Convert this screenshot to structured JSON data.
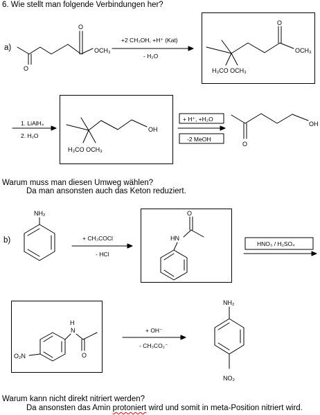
{
  "question6": "6. Wie stellt man folgende Verbindungen her?",
  "part_a": "a)",
  "part_b": "b)",
  "question_umweg": "Warum muss man diesen Umweg wählen?",
  "answer_umweg": "Da man ansonsten auch das Keton reduziert.",
  "question_nitrierung": "Warum kann nicht direkt nitriert werden?",
  "answer_nitrierung_before": "Da ansonsten das Amin",
  "answer_nitrierung_word": "protoniert",
  "answer_nitrierung_after": "wird und somit in meta-Position nitriert wird.",
  "labels": {
    "och3_1": "OCH₃",
    "och3_2": "OCH₃",
    "h3co_och3_1": "H₃CO  OCH₃",
    "oh_1": "OH",
    "h3co_och3_2": "H₃CO  OCH₃",
    "oh_2": "OH",
    "nh2_1": "NH₂",
    "hn_1": "HN",
    "h_1": "H",
    "n_1": "N",
    "o2n_1": "O₂N",
    "nh2_2": "NH₂",
    "no2_1": "NO₂",
    "o_1": "O",
    "o_2": "O",
    "o_3": "O",
    "o_4": "O",
    "o_5": "O"
  },
  "arrows": {
    "a1_top": "+2 CH₃OH, +H⁺ (Kat)",
    "a1_bottom": "- H₂O",
    "a2_top": "1. LiAlH₄",
    "a2_bottom": "2. H₂O",
    "a3_top": "+ H⁺, +H₂O",
    "a3_bottom": "-2 MeOH",
    "b1_top": "+ CH₃COCl",
    "b1_bottom": "- HCl",
    "b2_top": "HNO₃ / H₂SO₄",
    "b3_top": "+ OH⁻",
    "b3_bottom": "- CH₃CO₂⁻"
  }
}
